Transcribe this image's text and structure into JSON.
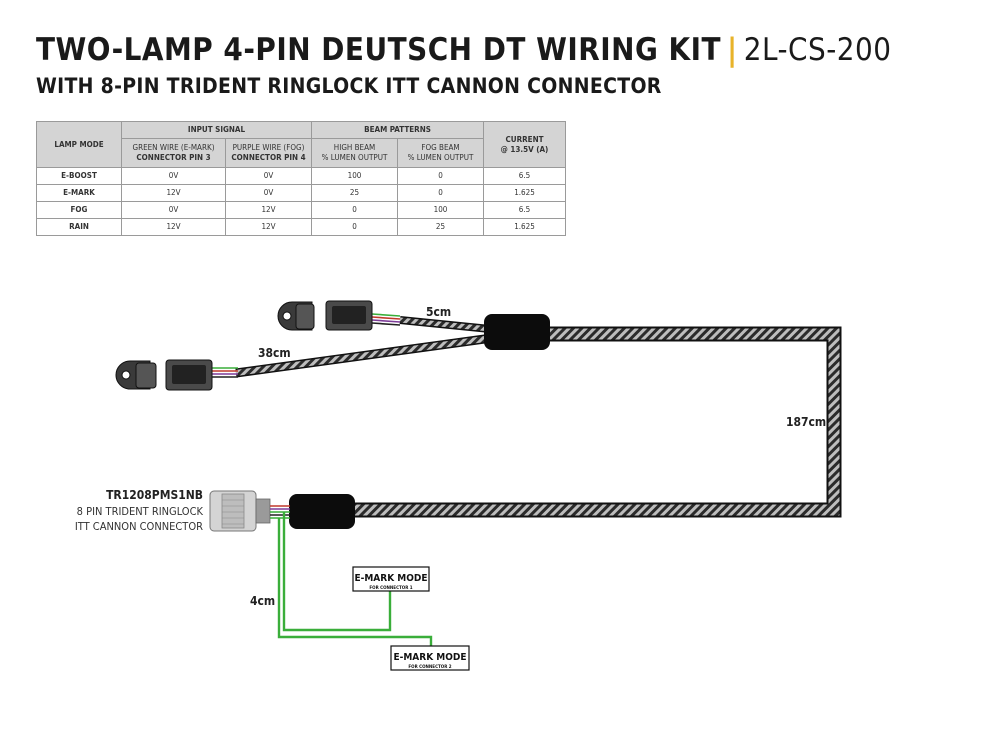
{
  "header": {
    "title": "TWO-LAMP 4-PIN DEUTSCH DT WIRING KIT",
    "separator": "|",
    "part_code": "2L-CS-200",
    "subtitle": "WITH 8-PIN TRIDENT RINGLOCK ITT CANNON CONNECTOR"
  },
  "table": {
    "lamp_mode": "LAMP MODE",
    "input_signal": "INPUT SIGNAL",
    "beam_patterns": "BEAM PATTERNS",
    "current": "CURRENT",
    "current_unit": "@ 13.5V (A)",
    "green_wire_a": "GREEN WIRE (E-MARK)",
    "green_wire_b": "CONNECTOR PIN 3",
    "purple_wire_a": "PURPLE WIRE (FOG)",
    "purple_wire_b": "CONNECTOR PIN 4",
    "high_beam_a": "HIGH BEAM",
    "high_beam_b": "% LUMEN OUTPUT",
    "fog_beam_a": "FOG BEAM",
    "fog_beam_b": "% LUMEN OUTPUT",
    "rows": [
      {
        "mode": "E-BOOST",
        "green": "0V",
        "purple": "0V",
        "high": "100",
        "fog": "0",
        "current": "6.5"
      },
      {
        "mode": "E-MARK",
        "green": "12V",
        "purple": "0V",
        "high": "25",
        "fog": "0",
        "current": "1.625"
      },
      {
        "mode": "FOG",
        "green": "0V",
        "purple": "12V",
        "high": "0",
        "fog": "100",
        "current": "6.5"
      },
      {
        "mode": "RAIN",
        "green": "12V",
        "purple": "12V",
        "high": "0",
        "fog": "25",
        "current": "1.625"
      }
    ]
  },
  "diagram": {
    "len_short": "5cm",
    "len_long": "38cm",
    "len_main": "187cm",
    "len_emark": "4cm",
    "connector_part": "TR1208PMS1NB",
    "connector_desc_1": "8 PIN TRIDENT RINGLOCK",
    "connector_desc_2": "ITT CANNON CONNECTOR",
    "emark_1_title": "E-MARK MODE",
    "emark_1_sub": "FOR CONNECTOR 1",
    "emark_2_title": "E-MARK MODE",
    "emark_2_sub": "FOR CONNECTOR 2"
  },
  "colors": {
    "accent": "#e8b32a",
    "wire_green": "#3aae3a",
    "sleeve_dark": "#2b2b2b",
    "sleeve_light": "#bdbdbd",
    "table_header": "#d4d4d4"
  }
}
